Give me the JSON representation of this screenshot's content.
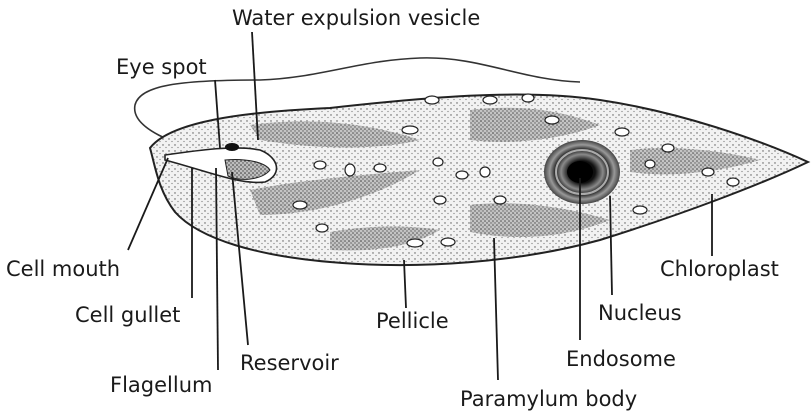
{
  "diagram": {
    "labels": {
      "water_expulsion_vesicle": "Water expulsion vesicle",
      "eye_spot": "Eye spot",
      "cell_mouth": "Cell mouth",
      "cell_gullet": "Cell gullet",
      "flagellum": "Flagellum",
      "reservoir": "Reservoir",
      "pellicle": "Pellicle",
      "paramylum_body": "Paramylum body",
      "endosome": "Endosome",
      "nucleus": "Nucleus",
      "chloroplast": "Chloroplast"
    }
  }
}
